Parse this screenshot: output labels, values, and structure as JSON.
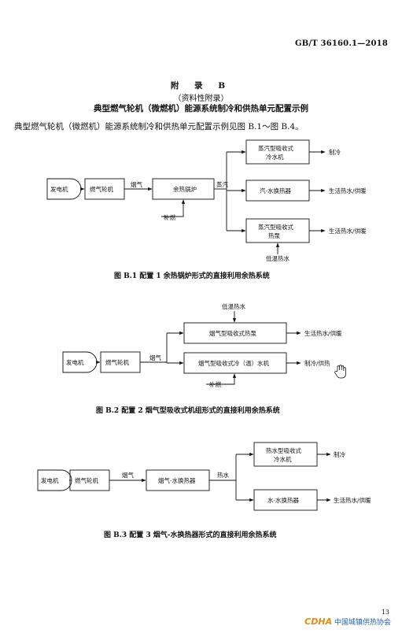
{
  "header": {
    "standard_no": "GB/T 36160.1—2018"
  },
  "appendix": {
    "title": "附 录 B",
    "type": "（资料性附录）",
    "subtitle": "典型燃气轮机（微燃机）能源系统制冷和供热单元配置示例"
  },
  "intro": "典型燃气轮机（微燃机）能源系统制冷和供热单元配置示例见图 B.1～图 B.4。",
  "fig1": {
    "caption": "图 B.1    配置 1 余热锅炉形式的直接利用余热系统",
    "generator": "发电机",
    "turbine": "燃气轮机",
    "flue_gas": "烟气",
    "boiler": "余热锅炉",
    "supp_fire": "补燃",
    "steam": "蒸汽",
    "absorp_chiller_1": "蒸汽型吸收式",
    "absorp_chiller_2": "冷水机",
    "hx": "汽-水换热器",
    "heat_pump_1": "蒸汽型吸收式",
    "heat_pump_2": "热泵",
    "cooling": "制冷",
    "hot_water_1": "生活热水/供暖",
    "hot_water_2": "生活热水/供暖",
    "low_temp_water": "低温热水"
  },
  "fig2": {
    "caption": "图 B.2    配置 2 烟气型吸收式机组形式的直接利用余热系统",
    "low_temp_water": "低温热水",
    "heat_pump": "烟气型吸收式热泵",
    "hot_water": "生活热水/供暖",
    "generator": "发电机",
    "turbine": "燃气轮机",
    "flue_gas": "烟气",
    "chiller": "烟气型吸收式冷（温）水机",
    "output": "制冷/供热",
    "supp_fire": "补燃"
  },
  "fig3": {
    "caption": "图 B.3    配置 3 烟气-水换热器形式的直接利用余热系统",
    "generator": "发电机",
    "turbine": "燃气轮机",
    "flue_gas": "烟气",
    "hx": "烟气-水换热器",
    "hot_water_label": "热水",
    "chiller_1": "热水型吸收式",
    "chiller_2": "冷水机",
    "cooling": "制冷",
    "ww_hx": "水-水换热器",
    "hot_water": "生活热水/供暖"
  },
  "footer": {
    "page_number": "13",
    "logo_mark": "CDHA",
    "logo_text": "中国城镇供热协会"
  }
}
